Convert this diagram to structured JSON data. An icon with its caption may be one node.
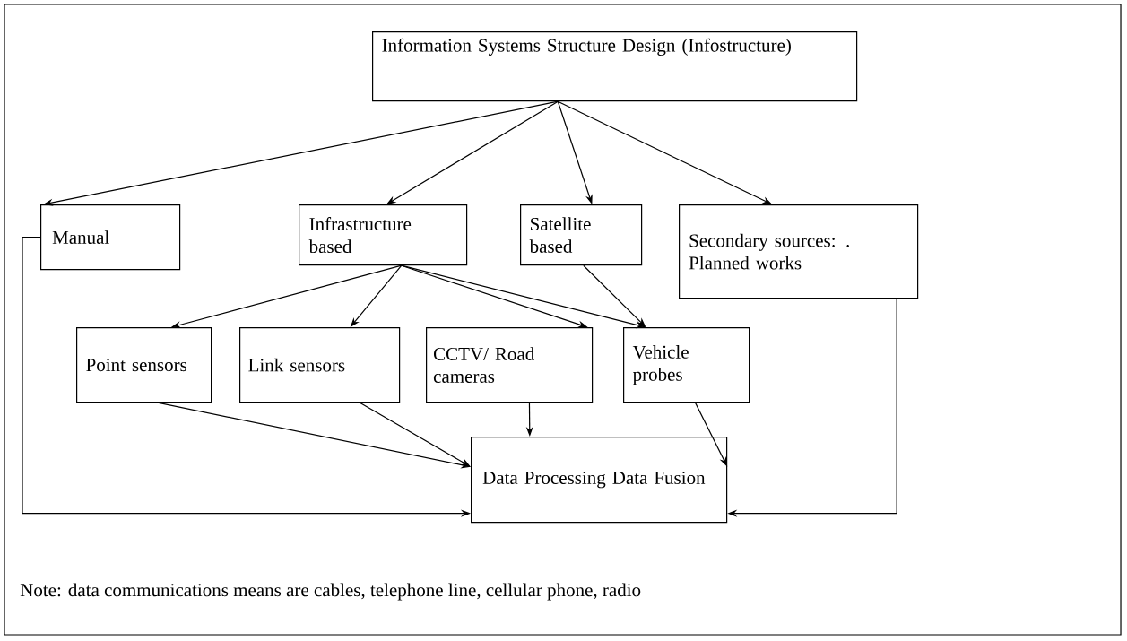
{
  "diagram": {
    "nodes": [
      {
        "text": [
          "Information Systems Structure Design (Infostructure)"
        ]
      },
      {
        "text": [
          "Manual"
        ]
      },
      {
        "text": [
          "Infrastructure based"
        ]
      },
      {
        "text": [
          "Satellite based"
        ]
      },
      {
        "text": [
          "Secondary sources: . Planned works"
        ]
      },
      {
        "text": [
          "Point sensors"
        ]
      },
      {
        "text": [
          "Link sensors"
        ]
      },
      {
        "text": [
          "CCTV/ Road cameras"
        ]
      },
      {
        "text": [
          "Vehicle probes"
        ]
      },
      {
        "text": [
          "Data Processing Data Fusion"
        ]
      }
    ],
    "edges": [
      {
        "from": 0,
        "to": 1,
        "arrow": "to"
      },
      {
        "from": 0,
        "to": 2,
        "arrow": "to"
      },
      {
        "from": 0,
        "to": 3,
        "arrow": "to"
      },
      {
        "from": 0,
        "to": 4,
        "arrow": "to"
      },
      {
        "from": 2,
        "to": 5,
        "arrow": "to"
      },
      {
        "from": 2,
        "to": 6,
        "arrow": "to"
      },
      {
        "from": 2,
        "to": 7,
        "arrow": "to"
      },
      {
        "from": 2,
        "to": 8,
        "arrow": "to"
      },
      {
        "from": 3,
        "to": 8,
        "arrow": "to"
      },
      {
        "from": 1,
        "to": 9,
        "arrow": "to"
      },
      {
        "from": 5,
        "to": 9,
        "arrow": "to"
      },
      {
        "from": 6,
        "to": 9,
        "arrow": "to"
      },
      {
        "from": 7,
        "to": 9,
        "arrow": "to"
      },
      {
        "from": 8,
        "to": 9,
        "arrow": "to"
      },
      {
        "from": 4,
        "to": 9,
        "arrow": "to"
      }
    ],
    "labels": [
      "Note: data communications means are cables, telephone line, cellular phone, radio"
    ]
  }
}
